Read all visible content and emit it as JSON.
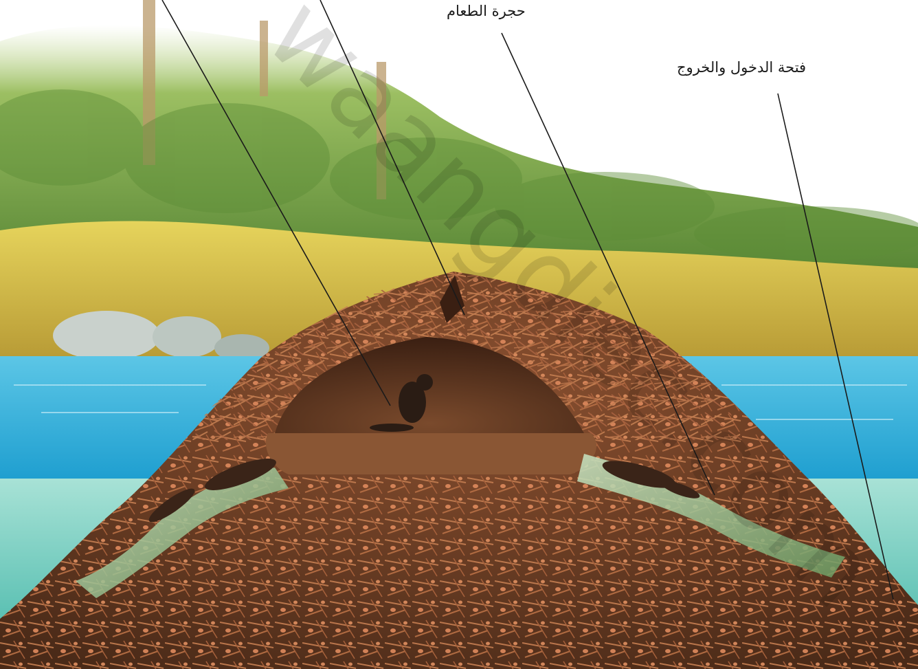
{
  "labels": {
    "food_chamber": "حجرة الطعام",
    "entrance_exit": "فتحة الدخول والخروج"
  },
  "watermark": "waangdiec.com",
  "colors": {
    "sky": "#ffffff",
    "forest_dark": "#4f7f2f",
    "forest_light": "#a7c96a",
    "bank": "#d9c04a",
    "water_top": "#3fb6dc",
    "water_deep": "#7fd0c9",
    "lodge_dark": "#4a2a18",
    "lodge_mid": "#7a4527",
    "stick": "#c07a4e",
    "pebble": "#d9865a",
    "chamber": "#5a3320",
    "beaver": "#2a1c14"
  },
  "icons": [
    "beaver-icon"
  ]
}
